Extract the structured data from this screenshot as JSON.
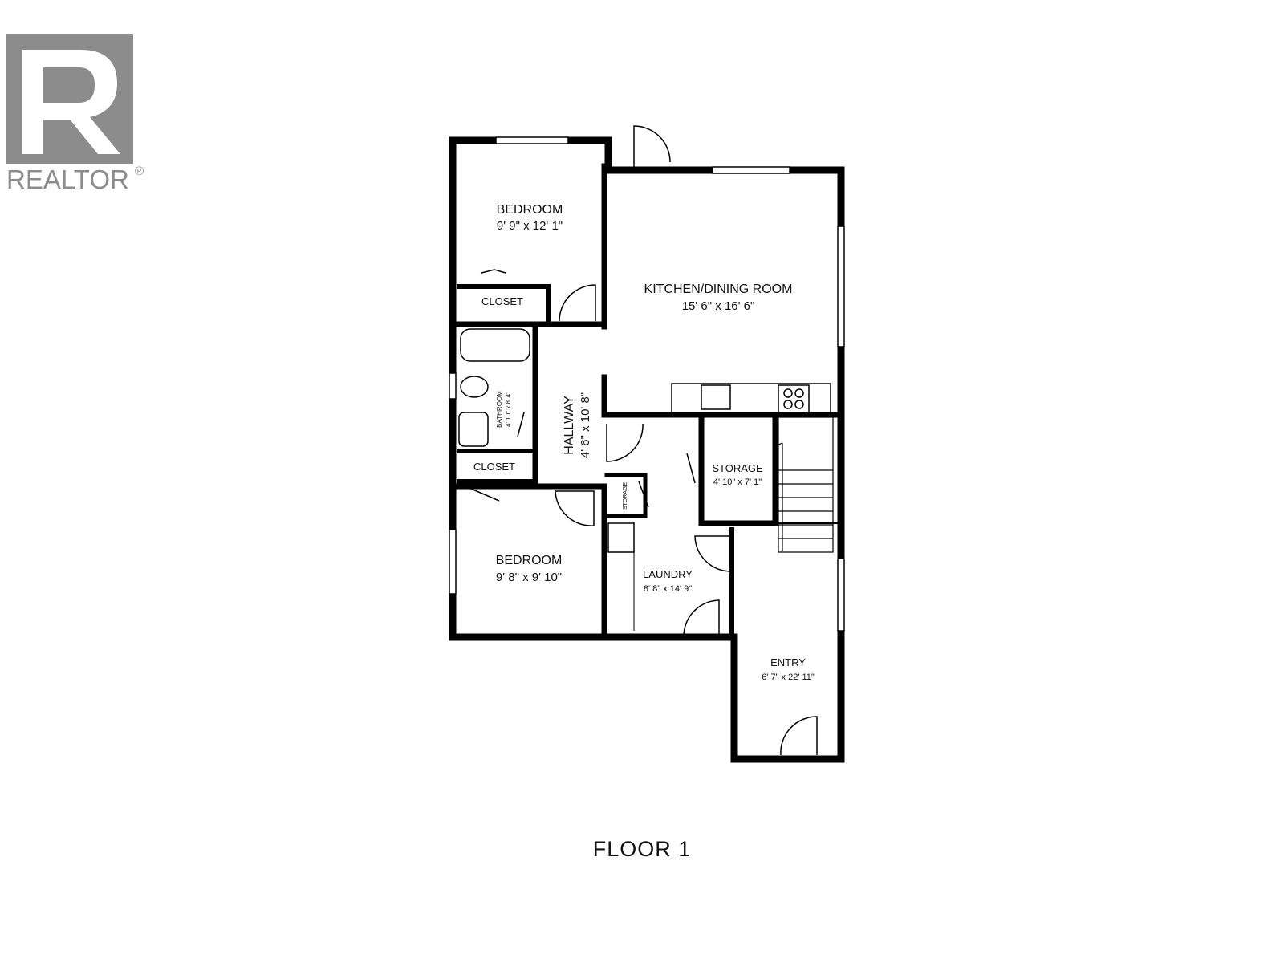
{
  "logo": {
    "wordmark": "REALTOR",
    "registered": "®",
    "color": "#8c8c8c"
  },
  "plan": {
    "wall_color": "#000000",
    "rooms": [
      {
        "id": "bedroom-1",
        "name": "BEDROOM",
        "dims": "9' 9\" x 12' 1\""
      },
      {
        "id": "kitchen-dining",
        "name": "KITCHEN/DINING ROOM",
        "dims": "15' 6\" x 16' 6\""
      },
      {
        "id": "closet-1",
        "name": "CLOSET"
      },
      {
        "id": "hallway",
        "name": "HALLWAY",
        "dims": "4' 6\" x 10' 8\""
      },
      {
        "id": "bathroom",
        "name": "BATHROOM",
        "dims": "4' 10\" x 8' 4\""
      },
      {
        "id": "closet-2",
        "name": "CLOSET"
      },
      {
        "id": "storage-1",
        "name": "STORAGE",
        "dims": "4' 10\" x 7' 1\""
      },
      {
        "id": "storage-2",
        "name": "STORAGE"
      },
      {
        "id": "bedroom-2",
        "name": "BEDROOM",
        "dims": "9' 8\" x 9' 10\""
      },
      {
        "id": "laundry",
        "name": "LAUNDRY",
        "dims": "8' 8\" x 14' 9\""
      },
      {
        "id": "entry",
        "name": "ENTRY",
        "dims": "6' 7\" x 22' 11\""
      }
    ]
  },
  "floor_title": "FLOOR 1"
}
